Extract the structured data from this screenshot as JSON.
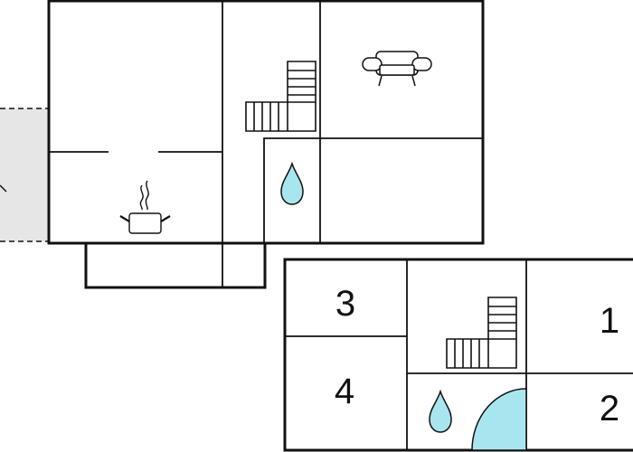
{
  "colors": {
    "wall": "#111111",
    "water": "#a8e6ef",
    "terrace": "#e6e6e6",
    "background": "#ffffff"
  },
  "icons": {
    "ground_floor": [
      "stairs-icon",
      "sofa-icon",
      "water-drop-icon",
      "cooking-pot-icon"
    ],
    "upper_floor": [
      "stairs-icon",
      "water-drop-icon",
      "shower-icon"
    ]
  },
  "upper_floor": {
    "room_labels": [
      "3",
      "4",
      "1",
      "2"
    ]
  }
}
